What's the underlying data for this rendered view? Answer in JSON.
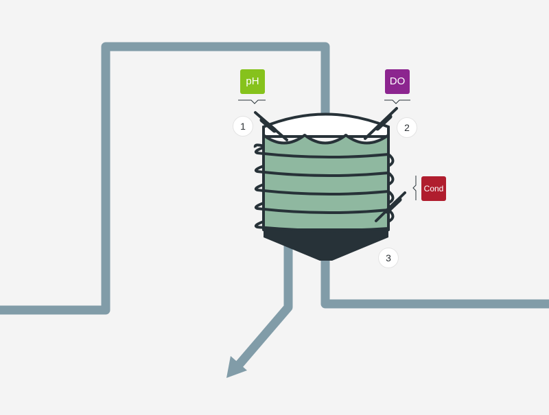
{
  "sensors": [
    {
      "label": "pH",
      "number": "1",
      "color": "#86c21c"
    },
    {
      "label": "DO",
      "number": "2",
      "color": "#8c258f"
    },
    {
      "label": "Cond",
      "number": "3",
      "color": "#b01d2e"
    }
  ],
  "colors": {
    "background": "#f4f4f4",
    "pipe": "#819ca8",
    "liquid": "#8fb8a0",
    "outline": "#273238",
    "tank_top": "#ffffff"
  }
}
